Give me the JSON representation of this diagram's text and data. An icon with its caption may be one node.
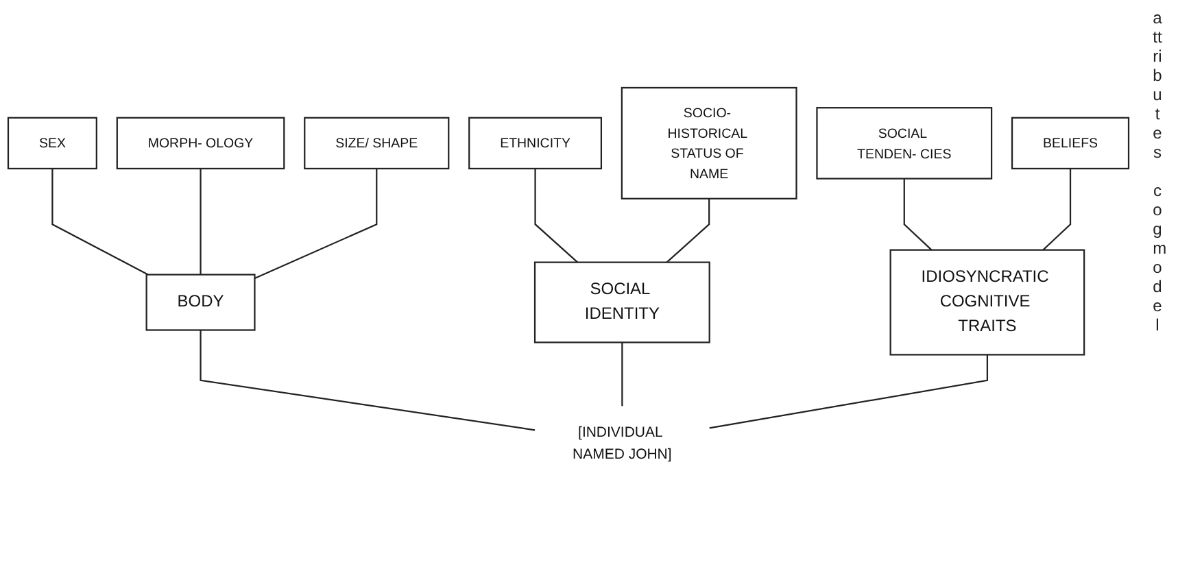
{
  "diagram": {
    "nodes": [
      {
        "text": [
          "SEX"
        ]
      },
      {
        "text": [
          "MORPH- OLOGY"
        ]
      },
      {
        "text": [
          "SIZE/ SHAPE"
        ]
      },
      {
        "text": [
          "ETHNICITY"
        ]
      },
      {
        "text": [
          "SOCIO- HISTORICAL STATUS OF NAME"
        ]
      },
      {
        "text": [
          "SOCIAL TENDEN- CIES"
        ]
      },
      {
        "text": [
          "BELIEFS"
        ]
      },
      {
        "text": [
          "BODY"
        ]
      },
      {
        "text": [
          "SOCIAL IDENTITY"
        ]
      },
      {
        "text": [
          "IDIOSYNCRATIC COGNITIVE TRAITS"
        ]
      },
      {
        "text": [
          "[INDIVIDUAL NAMED JOHN]"
        ]
      }
    ],
    "edges": [
      {
        "from": 0,
        "to": 7,
        "arrow": "none"
      },
      {
        "from": 1,
        "to": 7,
        "arrow": "none"
      },
      {
        "from": 2,
        "to": 7,
        "arrow": "none"
      },
      {
        "from": 3,
        "to": 8,
        "arrow": "none"
      },
      {
        "from": 4,
        "to": 8,
        "arrow": "none"
      },
      {
        "from": 5,
        "to": 9,
        "arrow": "none"
      },
      {
        "from": 6,
        "to": 9,
        "arrow": "none"
      },
      {
        "from": 7,
        "to": 10,
        "arrow": "none"
      },
      {
        "from": 8,
        "to": 10,
        "arrow": "none"
      },
      {
        "from": 9,
        "to": 10,
        "arrow": "none"
      }
    ],
    "labels": [
      "attributes",
      "cog model"
    ]
  }
}
